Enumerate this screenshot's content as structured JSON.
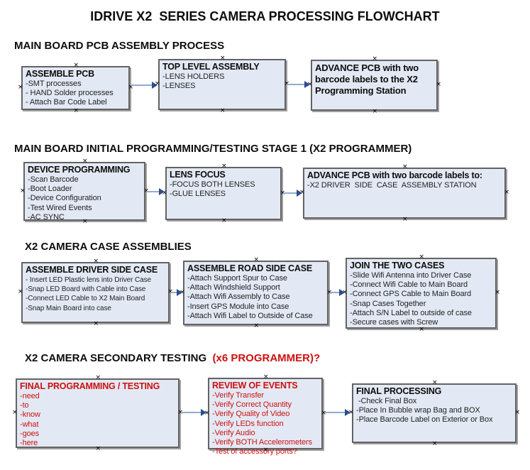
{
  "title": "IDRIVE X2  SERIES CAMERA PROCESSING FLOWCHART",
  "glyphs": {
    "handle": "×"
  },
  "colors": {
    "box_fill": "#e3e9f4",
    "box_border": "#636363",
    "box_shadow": "#9f9f9f",
    "connector_line": "#94aacd",
    "connector_arrow": "#2c4d8e",
    "red_text": "#cc1111",
    "black_text": "#0d0d0d"
  },
  "sections": [
    {
      "heading": "MAIN BOARD PCB ASSEMBLY PROCESS",
      "boxes": [
        {
          "title": "ASSEMBLE PCB",
          "items": [
            "-SMT processes",
            "- HAND Solder processes",
            "- Attach Bar Code Label"
          ]
        },
        {
          "title": "TOP LEVEL ASSEMBLY",
          "items": [
            "-LENS HOLDERS",
            "-LENSES"
          ]
        },
        {
          "title": "ADVANCE PCB with two barcode labels to the X2 Programming Station",
          "items": []
        }
      ]
    },
    {
      "heading": "MAIN BOARD INITIAL PROGRAMMING/TESTING STAGE 1 (X2 PROGRAMMER)",
      "boxes": [
        {
          "title": "DEVICE PROGRAMMING",
          "items": [
            "-Scan Barcode",
            "-Boot Loader",
            "-Device Configuration",
            "-Test Wired Events",
            "-AC SYNC"
          ]
        },
        {
          "title": "LENS FOCUS",
          "items": [
            "-FOCUS BOTH LENSES",
            "-GLUE LENSES"
          ]
        },
        {
          "title": "ADVANCE PCB with two barcode labels to:",
          "items": [
            "-X2 DRIVER  SIDE  CASE  ASSEMBLY STATION"
          ]
        }
      ]
    },
    {
      "heading": "X2 CAMERA CASE ASSEMBLIES",
      "boxes": [
        {
          "title": "ASSEMBLE DRIVER SIDE CASE",
          "items": [
            "- Insert LED Plastic lens into Driver Case",
            "-Snap LED Board with Cable into Case",
            "-Connect LED Cable to X2 Main Board",
            "-Snap Main Board into case"
          ]
        },
        {
          "title": "ASSEMBLE ROAD SIDE CASE",
          "items": [
            "-Attach Support Spur to Case",
            "-Attach Windshield Support",
            "-Attach Wifi Assembly to Case",
            "-Insert GPS Module into Case",
            "-Attach Wifi Label to Outside of Case"
          ]
        },
        {
          "title": "JOIN THE TWO CASES",
          "items": [
            "-Slide Wifi Antenna into Driver Case",
            "-Connect Wifi Cable to Main Board",
            "-Connect GPS Cable to Main Board",
            "-Snap Cases Together",
            "-Attach S/N Label to outside of case",
            "-Secure cases with Screw"
          ]
        }
      ]
    },
    {
      "heading": "X2 CAMERA SECONDARY TESTING  ",
      "heading_red": "(x6 PROGRAMMER)?",
      "boxes": [
        {
          "title": "FINAL PROGRAMMING / TESTING",
          "items": [
            "-need",
            "-to",
            "-know",
            "-what",
            "-goes",
            "-here"
          ]
        },
        {
          "title": "REVIEW OF EVENTS",
          "items": [
            "-Verify Transfer",
            "-Verify Correct Quantity",
            "-Verify Quality of Video",
            "-Verify LEDs function",
            "-Verify Audio",
            "-Verify BOTH Accelerometers",
            "-Test of accessory ports?"
          ]
        },
        {
          "title": "FINAL PROCESSING",
          "items": [
            " -Check Final Box",
            "-Place In Bubble wrap Bag and BOX",
            "-Place Barcode Label on Exterior or Box"
          ]
        }
      ]
    }
  ]
}
